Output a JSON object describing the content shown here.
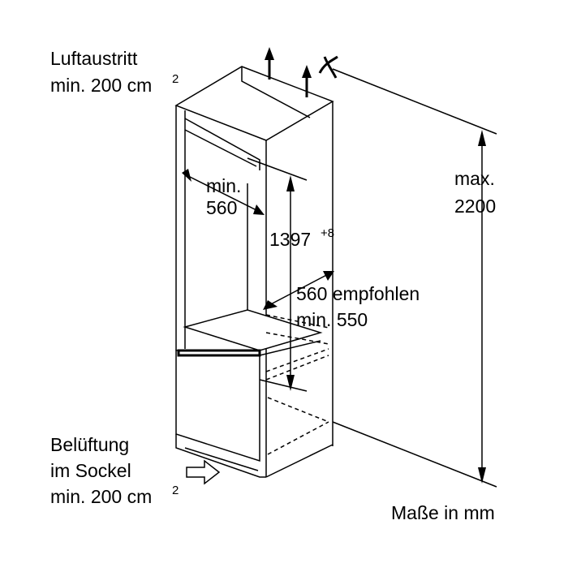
{
  "labels": {
    "air_outlet_line1": "Luftaustritt",
    "air_outlet_line2": "min. 200 cm",
    "air_outlet_sup": "2",
    "niche_width_line1": "min.",
    "niche_width_line2": "560",
    "niche_height": "1397",
    "niche_height_sup": "+8",
    "max_height_line1": "max.",
    "max_height_line2": "2200",
    "depth_line1": "560 empfohlen",
    "depth_line2": "min. 550",
    "plinth_line1": "Belüftung",
    "plinth_line2": "im Sockel",
    "plinth_line3": "min. 200 cm",
    "plinth_sup": "2",
    "units_note": "Maße in mm"
  }
}
